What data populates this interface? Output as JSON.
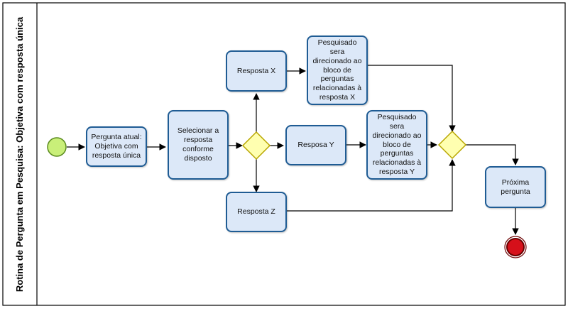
{
  "pool": {
    "label": "Rotina de Pergunta em Pesquisa: Objetiva com resposta única"
  },
  "tasks": {
    "current_question": "Pergunta atual: Objetiva com resposta única",
    "select_answer": "Selecionar a resposta conforme disposto",
    "answer_x": "Resposta X",
    "answer_y": "Resposa Y",
    "answer_z": "Resposta Z",
    "redirect_x": "Pesquisado sera direcionado ao bloco de perguntas relacionadas à resposta X",
    "redirect_y": "Pesquisado sera direcionado ao bloco de perguntas relacionadas à resposta Y",
    "next_question": "Próxima pergunta"
  },
  "colors": {
    "task_fill": "#dce8f8",
    "task_border": "#1f5c94",
    "start_fill": "#c9ef79",
    "start_border": "#5a8a1e",
    "gateway_fill": "#ffffb0",
    "gateway_border": "#b8a600",
    "end_fill": "#d6101a",
    "end_border": "#6a0000"
  }
}
